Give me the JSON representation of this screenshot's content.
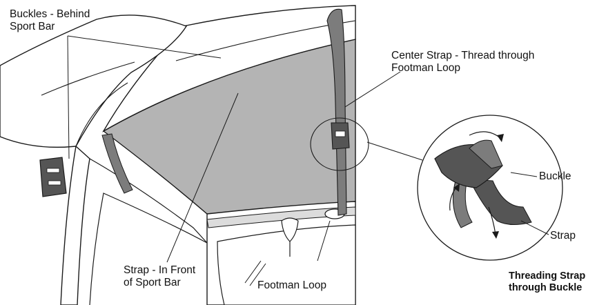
{
  "labels": {
    "buckles": [
      "Buckles - Behind",
      "Sport Bar"
    ],
    "center_strap": [
      "Center Strap - Thread through",
      "Footman Loop"
    ],
    "buckle": "Buckle",
    "strap": "Strap",
    "strap_front": [
      "Strap - In Front",
      "of Sport Bar"
    ],
    "footman_loop": "Footman Loop",
    "caption": [
      "Threading Strap",
      "through Buckle"
    ]
  },
  "colors": {
    "window_tint": "#b4b4b4",
    "strap": "#7c7c7c",
    "strap_dark": "#555555",
    "outline": "#1a1a1a",
    "background": "#ffffff"
  }
}
